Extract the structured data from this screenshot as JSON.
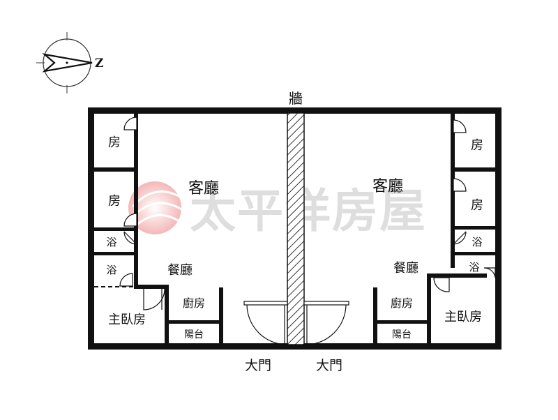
{
  "compass": {
    "north_label": "Z"
  },
  "labels": {
    "top_wall": "牆",
    "left_living": "客廳",
    "right_living": "客廳",
    "left_room_1": "房",
    "left_room_2": "房",
    "left_bath_1": "浴",
    "left_bath_2": "浴",
    "left_dining": "餐廳",
    "left_kitchen": "廚房",
    "left_balcony": "陽台",
    "left_master": "主臥房",
    "right_room_1": "房",
    "right_room_2": "房",
    "right_bath_1": "浴",
    "right_bath_2": "浴",
    "right_dining": "餐廳",
    "right_kitchen": "廚房",
    "right_balcony": "陽台",
    "right_master": "主臥房",
    "door_left": "大門",
    "door_right": "大門"
  },
  "watermark": {
    "text": "太平洋房屋",
    "color": "#d9d9d9",
    "logo_color": "#f2a0a0"
  }
}
